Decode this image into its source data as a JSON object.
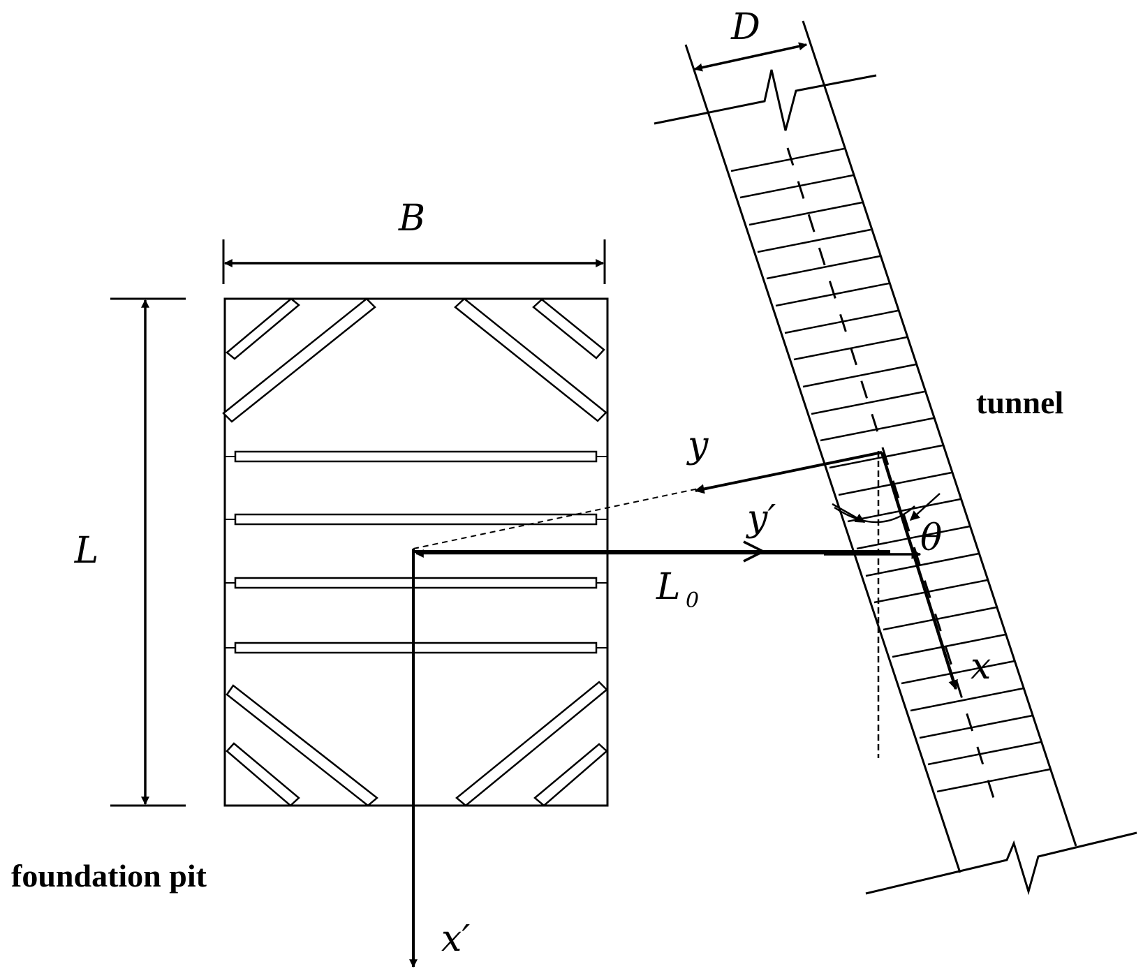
{
  "labels": {
    "width_label": "B",
    "length_label": "L",
    "diameter_label": "D",
    "distance_label": "L",
    "distance_subscript": "0",
    "axis_x": "x",
    "axis_y": "y",
    "axis_x_prime": "x′",
    "axis_y_prime": "y′",
    "angle_label": "θ",
    "pit_label": "foundation pit",
    "tunnel_label": "tunnel"
  }
}
